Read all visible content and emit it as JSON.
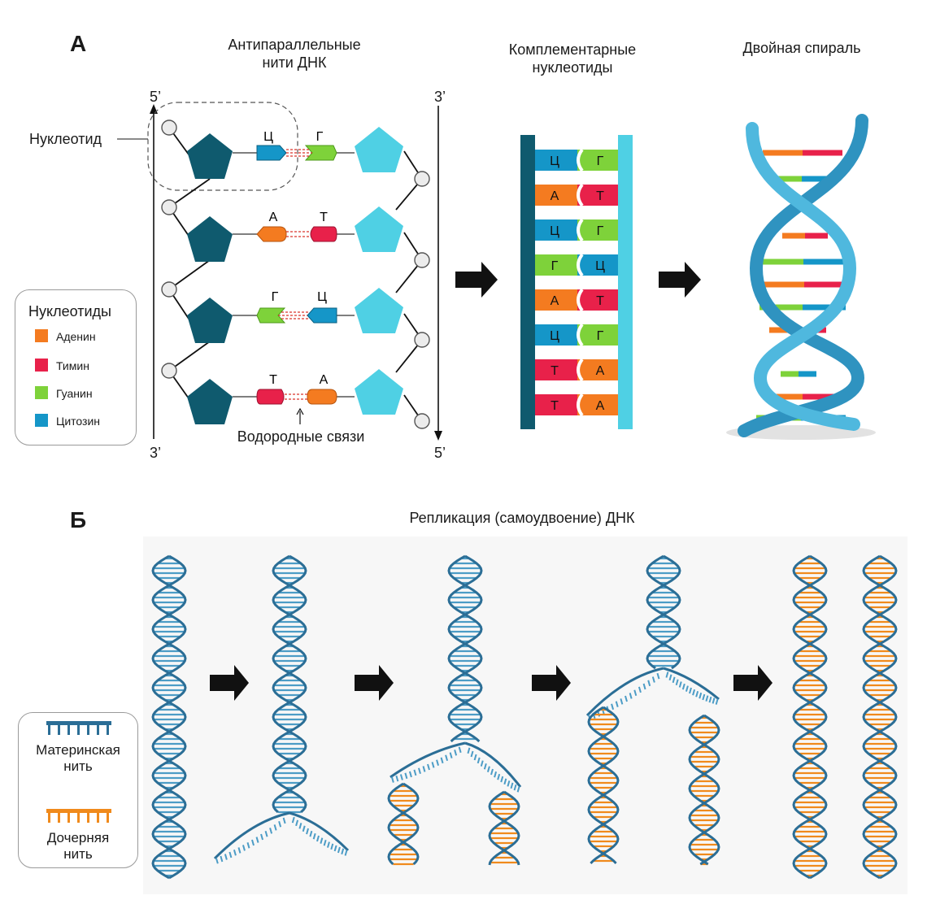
{
  "panel_a": {
    "letter": "А",
    "title_antiparallel_l1": "Антипараллельные",
    "title_antiparallel_l2": "нити ДНК",
    "title_complementary_l1": "Комплементарные",
    "title_complementary_l2": "нуклеотиды",
    "title_double_helix": "Двойная спираль",
    "end_5_left": "5’",
    "end_3_left": "3’",
    "end_3_right": "3’",
    "end_5_right": "5’",
    "nucleotide_label": "Нуклеотид",
    "hydrogen_bonds_label": "Водородные связи",
    "pairs": [
      {
        "left": "Ц",
        "right": "Г"
      },
      {
        "left": "А",
        "right": "Т"
      },
      {
        "left": "Г",
        "right": "Ц"
      },
      {
        "left": "Т",
        "right": "А"
      }
    ],
    "ladder_pairs": [
      {
        "left": "Ц",
        "right": "Г"
      },
      {
        "left": "А",
        "right": "Т"
      },
      {
        "left": "Ц",
        "right": "Г"
      },
      {
        "left": "Г",
        "right": "Ц"
      },
      {
        "left": "А",
        "right": "Т"
      },
      {
        "left": "Ц",
        "right": "Г"
      },
      {
        "left": "Т",
        "right": "А"
      },
      {
        "left": "Т",
        "right": "А"
      }
    ],
    "legend": {
      "title": "Нуклеотиды",
      "items": [
        {
          "label": "Аденин",
          "color": "#f47b20"
        },
        {
          "label": "Тимин",
          "color": "#e8214a"
        },
        {
          "label": "Гуанин",
          "color": "#7ed23a"
        },
        {
          "label": "Цитозин",
          "color": "#1596c8"
        }
      ]
    }
  },
  "panel_b": {
    "letter": "Б",
    "title": "Репликация (самоудвоение) ДНК",
    "legend": {
      "maternal_l1": "Материнская",
      "maternal_l2": "нить",
      "daughter_l1": "Дочерняя",
      "daughter_l2": "нить",
      "maternal_color": "#2b6e96",
      "daughter_color": "#f08a1c"
    }
  },
  "colors": {
    "adenine": "#f47b20",
    "thymine": "#e8214a",
    "guanine": "#7ed23a",
    "cytosine": "#1596c8",
    "dark_sugar": "#0f5a6e",
    "light_sugar": "#4fd0e4",
    "helix_blue": "#2f93c0"
  }
}
